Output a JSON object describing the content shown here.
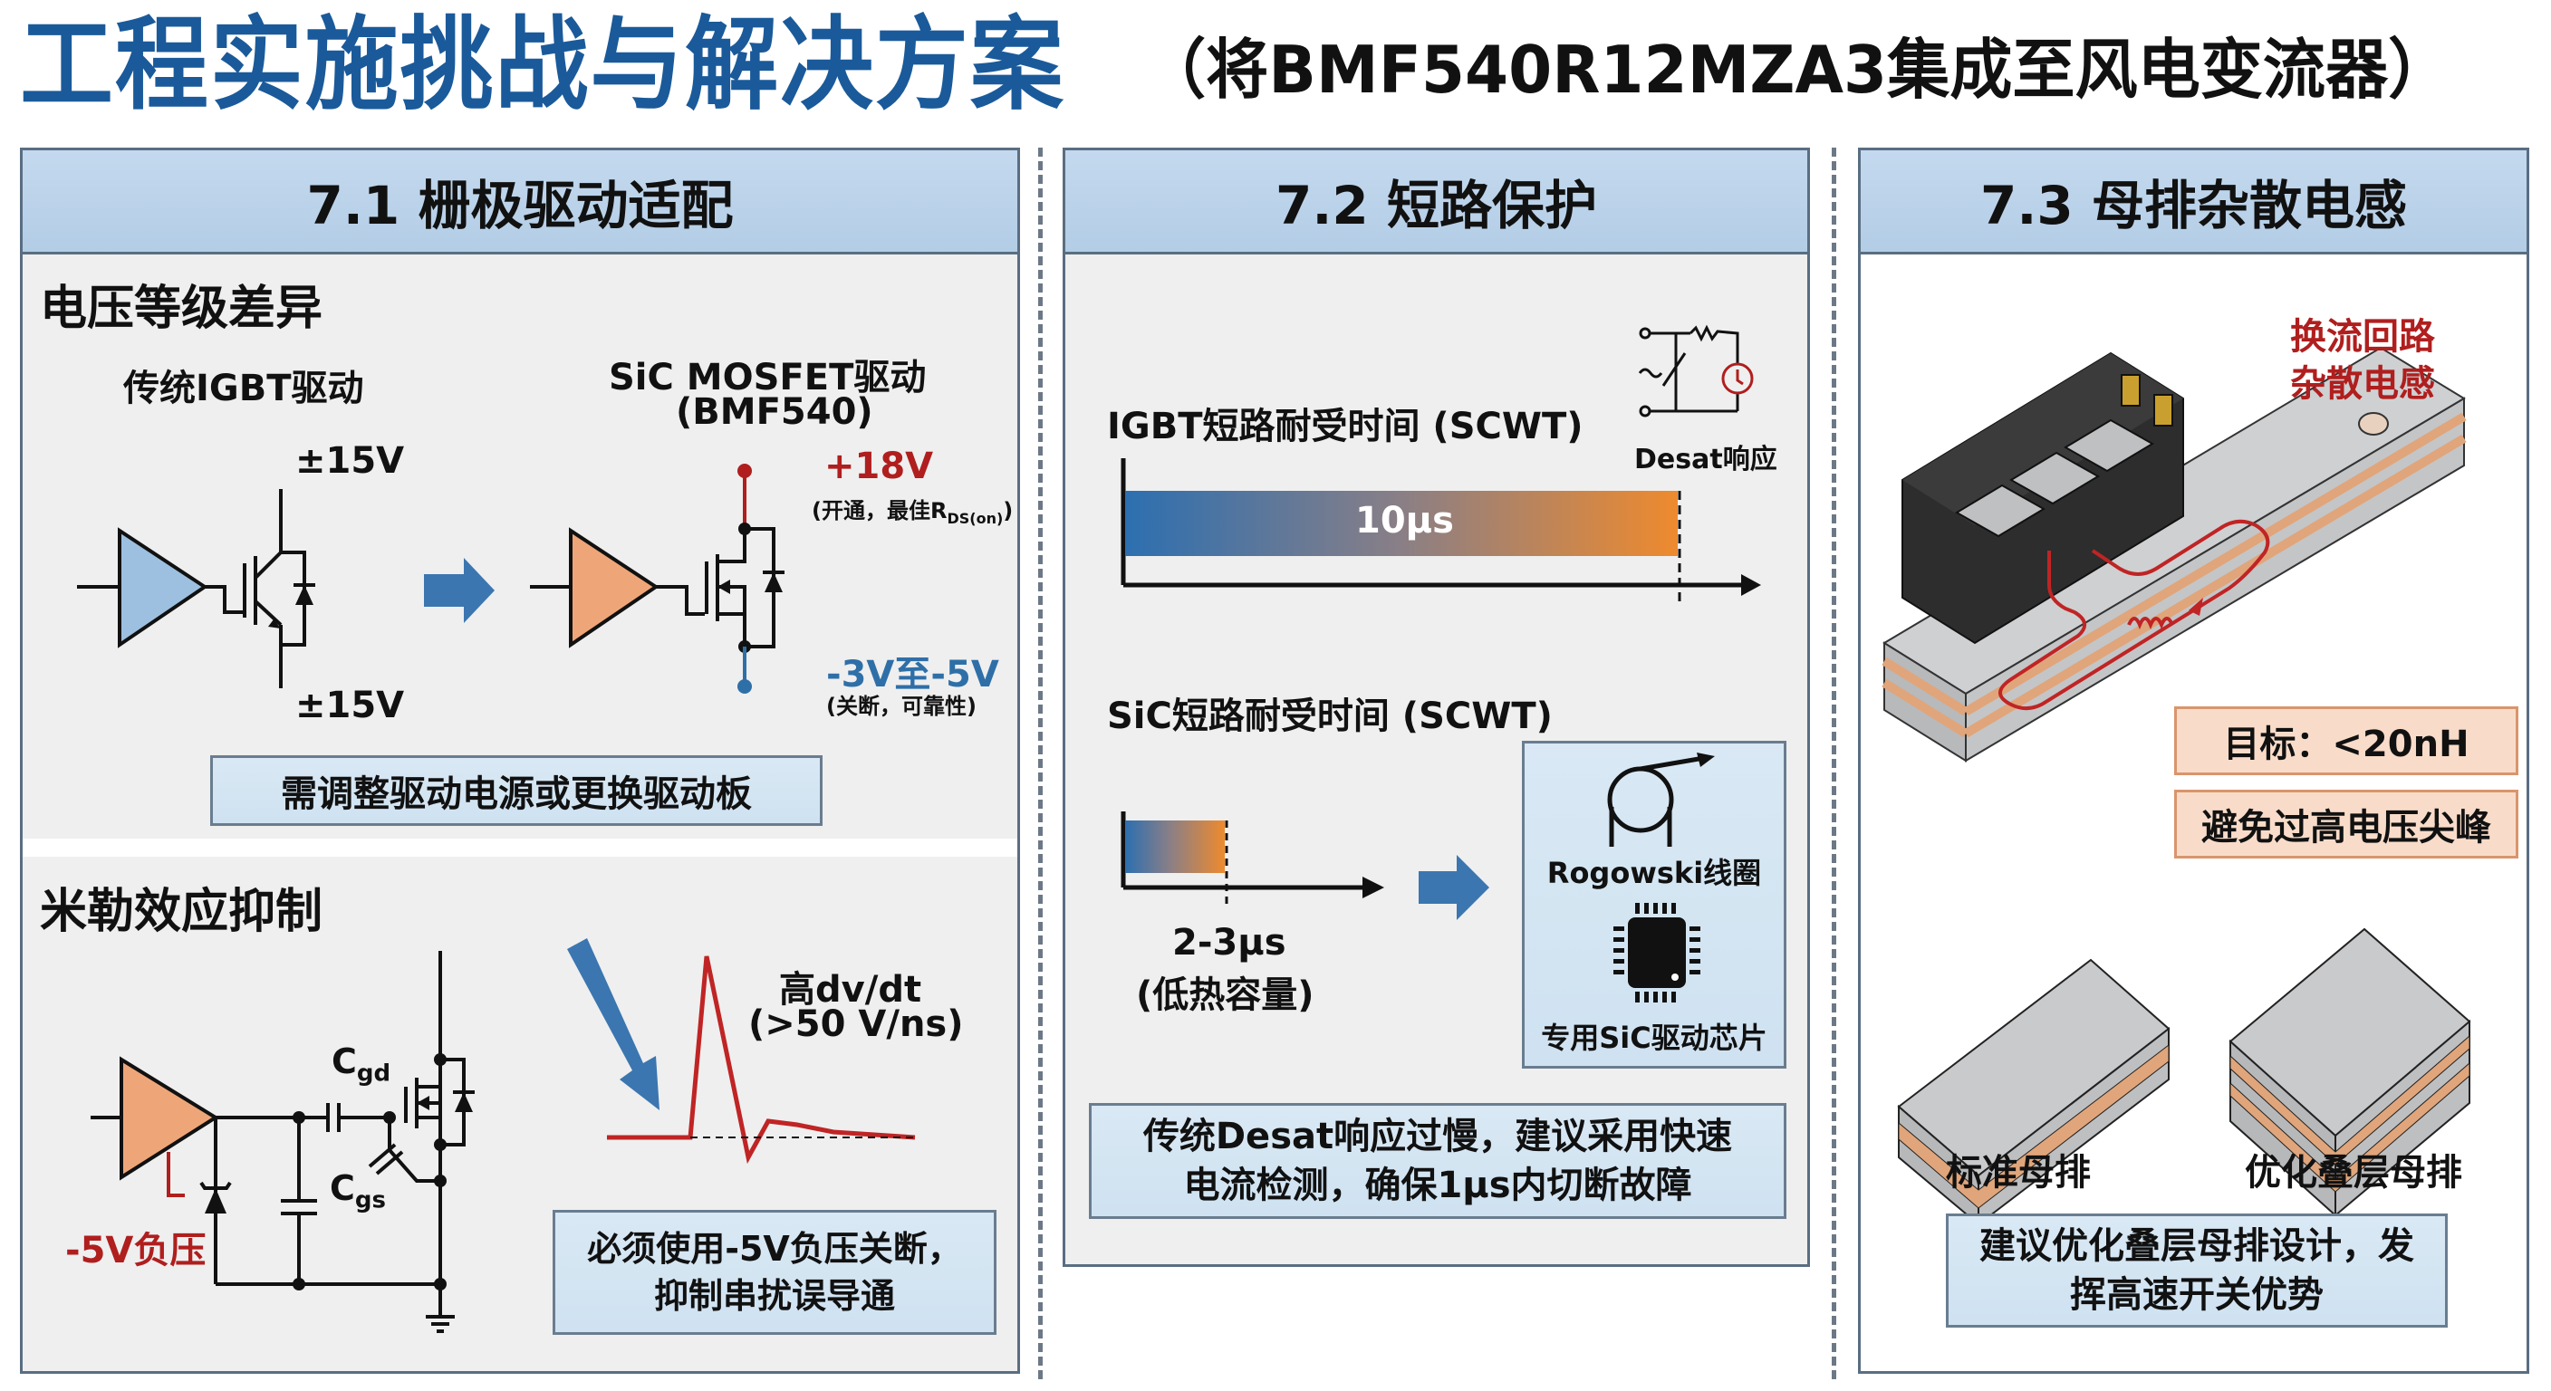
{
  "header": {
    "title": "工程实施挑战与解决方案",
    "subtitle": "（将BMF540R12MZA3集成至风电变流器）"
  },
  "colors": {
    "title_blue": "#1a5a9a",
    "header_fill": "#b9d2ea",
    "border": "#5a6e82",
    "accent_red": "#b01e1e",
    "accent_blue": "#2f6fa8",
    "igbt_triangle": "#9dc0e0",
    "sic_triangle": "#eea679",
    "copper": "#e0a57a"
  },
  "panels": [
    {
      "id": "7.1",
      "title": "7.1 栅极驱动适配",
      "sections": [
        {
          "title": "电压等级差异",
          "left_label": "传统IGBT驱动",
          "right_label_line1": "SiC MOSFET驱动",
          "right_label_line2": "(BMF540)",
          "igbt_top_voltage": "±15V",
          "igbt_bottom_voltage": "±15V",
          "sic_on_voltage": "+18V",
          "sic_on_note": "(开通，最佳R",
          "sic_on_note_sub": "DS(on)",
          "sic_on_note_end": ")",
          "sic_off_voltage": "-3V至-5V",
          "sic_off_note": "(关断，可靠性)",
          "note": "需调整驱动电源或更换驱动板"
        },
        {
          "title": "米勒效应抑制",
          "cgd_label": "C",
          "cgd_sub": "gd",
          "cgs_label": "C",
          "cgs_sub": "gs",
          "neg_voltage_label": "-5V负压",
          "dvdt_line1": "高dv/dt",
          "dvdt_line2": "(>50 V/ns)",
          "note_line1": "必须使用-5V负压关断，",
          "note_line2": "抑制串扰误导通"
        }
      ]
    },
    {
      "id": "7.2",
      "title": "7.2 短路保护",
      "igbt_scwt_title": "IGBT短路耐受时间 (SCWT)",
      "igbt_scwt_value": "10μs",
      "desat_label": "Desat响应",
      "sic_scwt_title": "SiC短路耐受时间 (SCWT)",
      "sic_scwt_value": "2-3μs",
      "sic_scwt_note": "(低热容量)",
      "solution_items": [
        {
          "icon": "rogowski-coil-icon",
          "label": "Rogowski线圈"
        },
        {
          "icon": "driver-chip-icon",
          "label": "专用SiC驱动芯片"
        }
      ],
      "note_line1": "传统Desat响应过慢，建议采用快速",
      "note_line2": "电流检测，确保1μs内切断故障"
    },
    {
      "id": "7.3",
      "title": "7.3 母排杂散电感",
      "loop_label_line1": "换流回路",
      "loop_label_line2": "杂散电感",
      "target_label": "目标：<20nH",
      "avoid_label": "避免过高电压尖峰",
      "busbar_standard": "标准母排",
      "busbar_optimized": "优化叠层母排",
      "note_line1": "建议优化叠层母排设计，发",
      "note_line2": "挥高速开关优势"
    }
  ]
}
